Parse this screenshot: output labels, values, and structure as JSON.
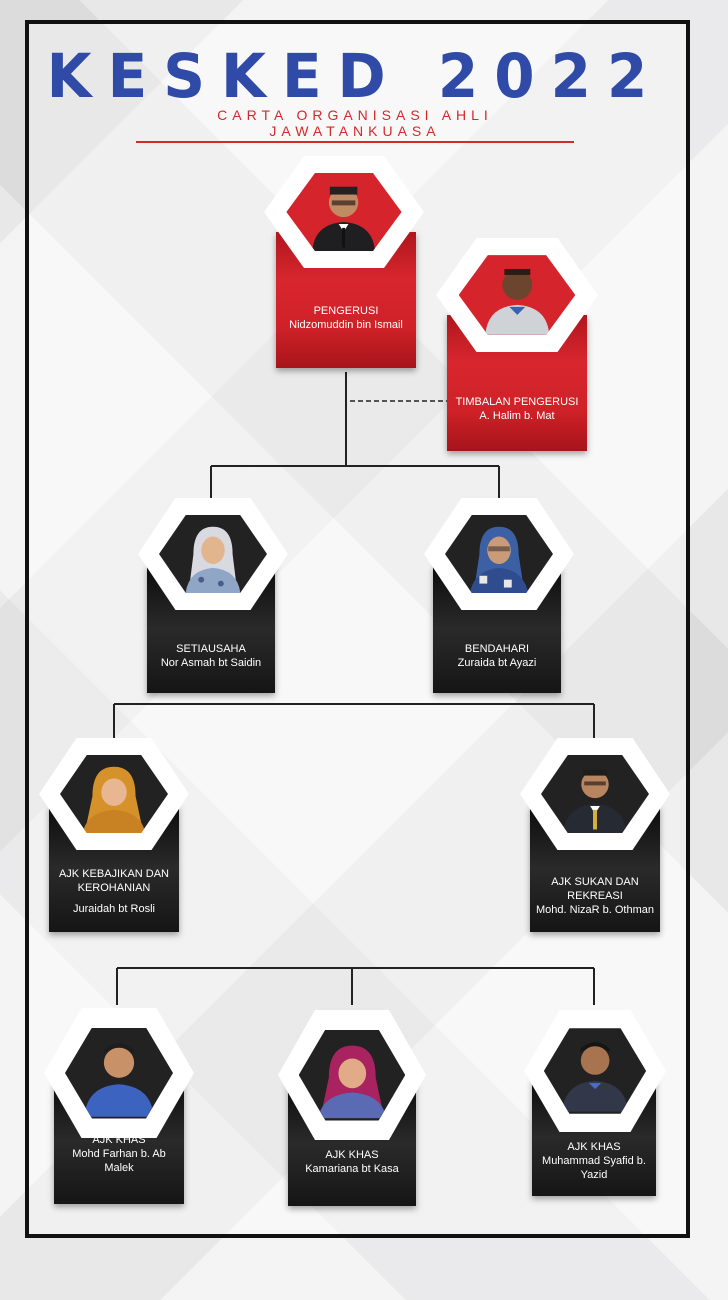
{
  "title": "KESKED 2022",
  "subtitle": "CARTA ORGANISASI AHLI JAWATANKUASA",
  "members": [
    {
      "role": "PENGERUSI",
      "name": "Nidzomuddin bin Ismail",
      "theme": "red",
      "avatar": "man-suit-icon"
    },
    {
      "role": "TIMBALAN PENGERUSI",
      "name": "A. Halim b. Mat",
      "theme": "red",
      "avatar": "man-icon"
    },
    {
      "role": "SETIAUSAHA",
      "name": "Nor Asmah bt Saidin",
      "theme": "dark",
      "avatar": "woman-hijab-icon"
    },
    {
      "role": "BENDAHARI",
      "name": "Zuraida bt Ayazi",
      "theme": "dark",
      "avatar": "woman-hijab-icon"
    },
    {
      "role": "AJK KEBAJIKAN DAN KEROHANIAN",
      "name": "Juraidah bt Rosli",
      "theme": "dark",
      "avatar": "woman-hijab-icon"
    },
    {
      "role": "AJK SUKAN DAN REKREASI",
      "name": "Mohd. NizaR b. Othman",
      "theme": "dark",
      "avatar": "man-suit-icon"
    },
    {
      "role": "AJK KHAS",
      "name": "Mohd Farhan b. Ab Malek",
      "theme": "dark",
      "avatar": "man-icon"
    },
    {
      "role": "AJK KHAS",
      "name": "Kamariana bt Kasa",
      "theme": "dark",
      "avatar": "woman-hijab-icon"
    },
    {
      "role": "AJK KHAS",
      "name": "Muhammad Syafid b. Yazid",
      "theme": "dark",
      "avatar": "man-icon"
    }
  ],
  "colors": {
    "title_blue": "#2f4aa7",
    "accent_red": "#d42a2a",
    "card_red": "#d02128",
    "card_dark": "#1a1a1a"
  }
}
